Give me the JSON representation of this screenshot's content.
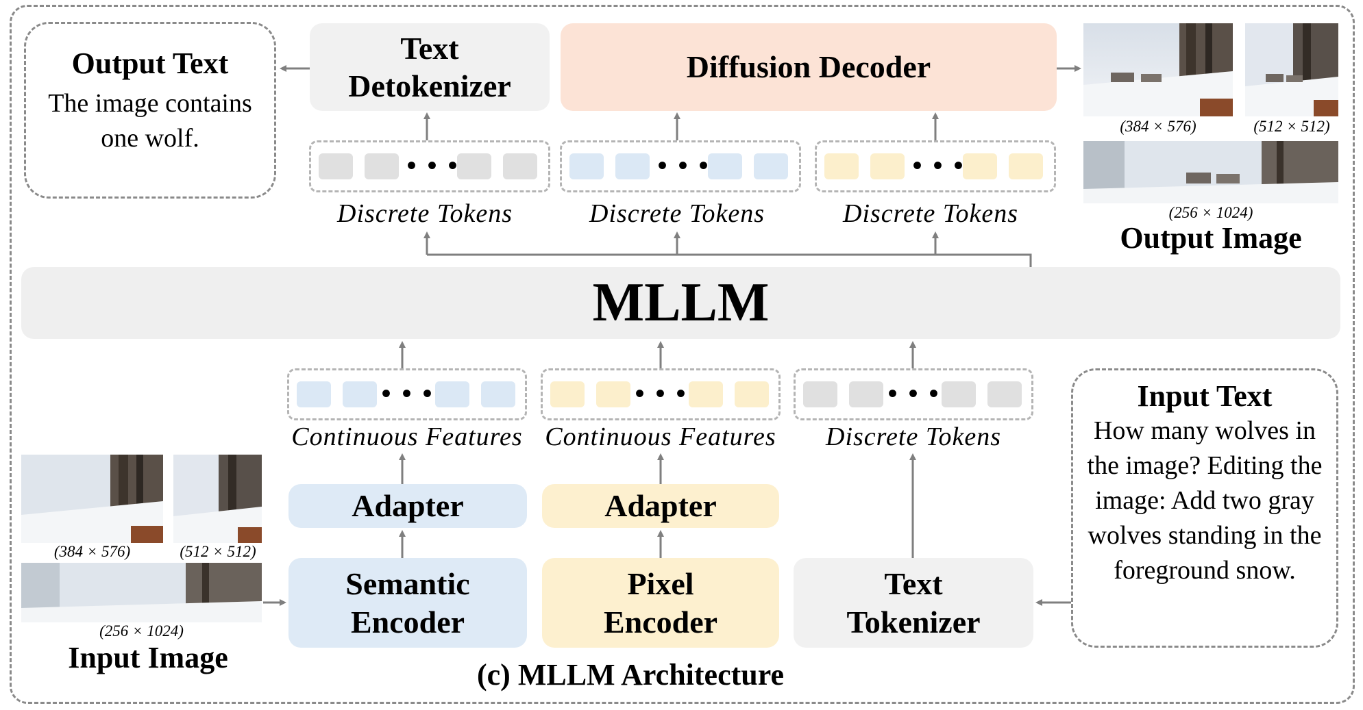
{
  "caption": "(c) MLLM Architecture",
  "mllm_label": "MLLM",
  "top": {
    "text_detokenizer": "Text Detokenizer",
    "diffusion_decoder": "Diffusion Decoder",
    "output_text_title": "Output Text",
    "output_text_body": "The image contains one wolf.",
    "token_labels": [
      "Discrete Tokens",
      "Discrete Tokens",
      "Discrete Tokens"
    ],
    "output_image_title": "Output Image",
    "output_dims": [
      "(384 × 576)",
      "(512 × 512)",
      "(256 × 1024)"
    ]
  },
  "bottom": {
    "semantic_encoder": "Semantic Encoder",
    "pixel_encoder": "Pixel Encoder",
    "text_tokenizer": "Text Tokenizer",
    "adapter_1": "Adapter",
    "adapter_2": "Adapter",
    "feature_labels": [
      "Continuous Features",
      "Continuous Features",
      "Discrete Tokens"
    ],
    "input_text_title": "Input Text",
    "input_text_body": "How many wolves in the image? Editing the image: Add two gray wolves standing in the foreground snow.",
    "input_image_title": "Input Image",
    "input_dims": [
      "(384 × 576)",
      "(512 × 512)",
      "(256 × 1024)"
    ]
  },
  "dots": "• • •",
  "colors": {
    "semantic": "#deeaf6",
    "pixel": "#fdf0cf",
    "text": "#f1f1f1",
    "diffusion": "#fce3d6",
    "mllm": "#efefef",
    "arrow": "#7f7f7f"
  }
}
